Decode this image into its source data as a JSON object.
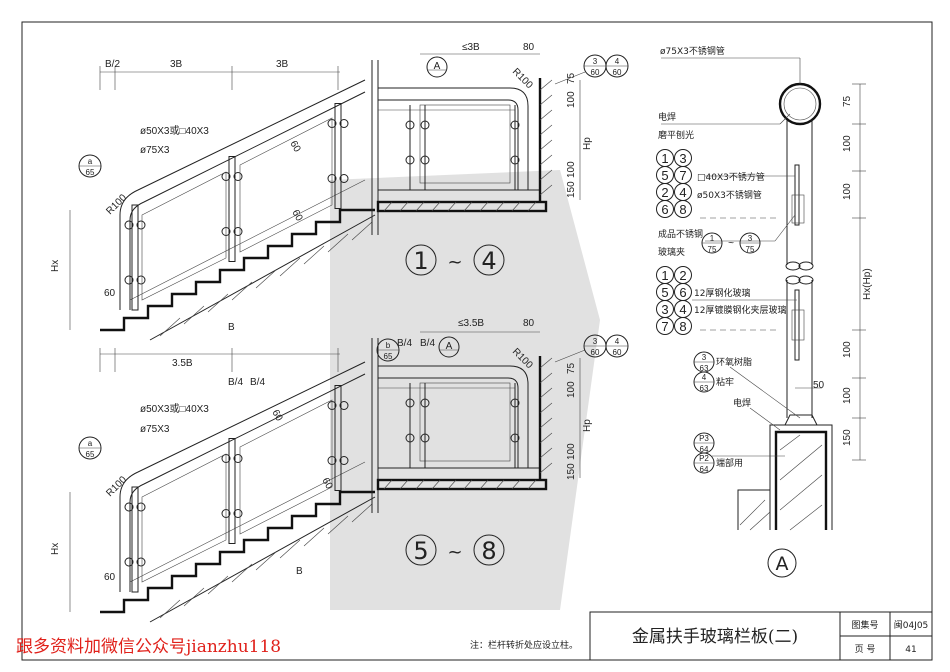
{
  "title_block": {
    "drawing_title": "金属扶手玻璃栏板(二)",
    "atlas_no_label": "图集号",
    "atlas_no": "闽04J05",
    "page_label": "页 号",
    "page_no": "41"
  },
  "note": "注：栏杆转折处应设立柱。",
  "watermark": "跟多资料加微信公众号jianzhu118",
  "elevation_1": {
    "dims": [
      "B/2",
      "3B",
      "3B",
      "B",
      "60",
      "Hx"
    ],
    "labels": [
      "ø50X3或□40X3",
      "ø75X3",
      "R100",
      "60",
      "60"
    ],
    "ref": {
      "top": "a",
      "bottom": "65"
    }
  },
  "section_1": {
    "dims": [
      "≤3B",
      "80",
      "75",
      "100",
      "Hp",
      "100",
      "150"
    ],
    "radius": "R100",
    "detail_ref": "A",
    "refs": [
      {
        "top": "3",
        "bottom": "60"
      },
      {
        "top": "4",
        "bottom": "60"
      }
    ],
    "range_label": [
      "1",
      "~",
      "4"
    ]
  },
  "elevation_2": {
    "dims": [
      "3.5B",
      "B/4",
      "B/4",
      "B",
      "60",
      "Hx"
    ],
    "labels": [
      "ø50X3或□40X3",
      "ø75X3",
      "R100",
      "60",
      "60"
    ],
    "ref": {
      "top": "a",
      "bottom": "65"
    }
  },
  "section_2": {
    "dims": [
      "≤3.5B",
      "80",
      "B/4",
      "B/4",
      "75",
      "100",
      "Hp",
      "100",
      "150"
    ],
    "radius": "R100",
    "detail_ref": "A",
    "post_ref": {
      "top": "b",
      "bottom": "65"
    },
    "refs": [
      {
        "top": "3",
        "bottom": "60"
      },
      {
        "top": "4",
        "bottom": "60"
      }
    ],
    "range_label": [
      "5",
      "~",
      "8"
    ]
  },
  "detail_a": {
    "tube_label": "ø75X3不锈钢管",
    "weld_label": "电焊",
    "polish_label": "磨平刨光",
    "group1": [
      "1",
      "3",
      "5",
      "7",
      "2",
      "4",
      "6",
      "8"
    ],
    "square_tube": "□40X3不锈方管",
    "round_tube": "ø50X3不锈钢管",
    "clamp_label_1": "成品不锈钢",
    "clamp_label_2": "玻璃夹",
    "clamp_refs": [
      {
        "top": "1",
        "bottom": "75"
      },
      {
        "top": "3",
        "bottom": "75"
      }
    ],
    "clamp_tilde": "~",
    "group2": [
      "1",
      "2",
      "5",
      "6",
      "3",
      "4",
      "7",
      "8"
    ],
    "glass_1": "12厚钢化玻璃",
    "glass_2": "12厚镀膜钢化夹层玻璃",
    "epoxy_ref": {
      "top": "3",
      "bottom": "63"
    },
    "epoxy_label": "环氧树脂",
    "bond_ref": {
      "top": "4",
      "bottom": "63"
    },
    "bond_label": "粘牢",
    "weld2_label": "电焊",
    "dim_50": "50",
    "p3_ref": {
      "top": "P3",
      "bottom": "64"
    },
    "p2_ref": {
      "top": "P2",
      "bottom": "64"
    },
    "end_label": "端部用",
    "dims": [
      "75",
      "100",
      "100",
      "Hx(Hp)",
      "100",
      "100",
      "150"
    ],
    "detail_label": "A"
  }
}
